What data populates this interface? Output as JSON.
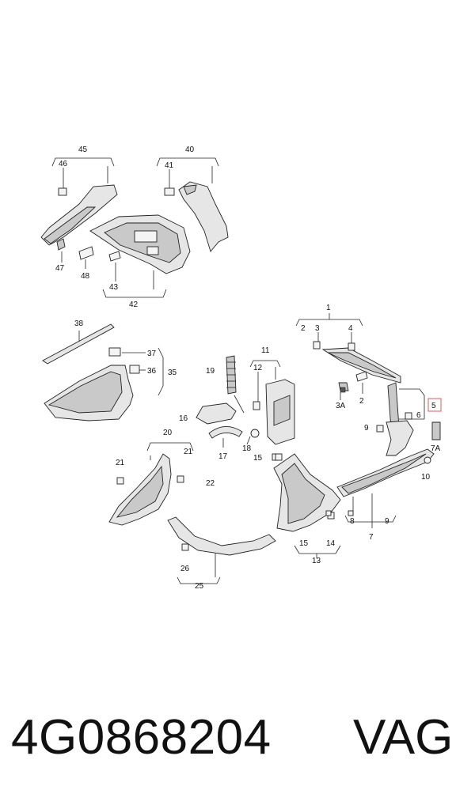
{
  "diagram": {
    "callouts": {
      "c1": "1",
      "c2a": "2",
      "c2b": "2",
      "c3": "3",
      "c3A": "3A",
      "c4": "4",
      "c5": "5",
      "c6": "6",
      "c7": "7",
      "c7A": "7A",
      "c8": "8",
      "c9a": "9",
      "c9b": "9",
      "c10": "10",
      "c11": "11",
      "c12": "12",
      "c13": "13",
      "c14": "14",
      "c15a": "15",
      "c15b": "15",
      "c16": "16",
      "c17": "17",
      "c18": "18",
      "c19": "19",
      "c20": "20",
      "c21a": "21",
      "c21b": "21",
      "c22": "22",
      "c25": "25",
      "c26": "26",
      "c35": "35",
      "c36": "36",
      "c37": "37",
      "c38": "38",
      "c40": "40",
      "c41": "41",
      "c42": "42",
      "c43": "43",
      "c45": "45",
      "c46": "46",
      "c47": "47",
      "c48": "48"
    },
    "highlight_color": "#e05a5a"
  },
  "caption": {
    "part_number": "4G0868204",
    "brand": "VAG"
  }
}
